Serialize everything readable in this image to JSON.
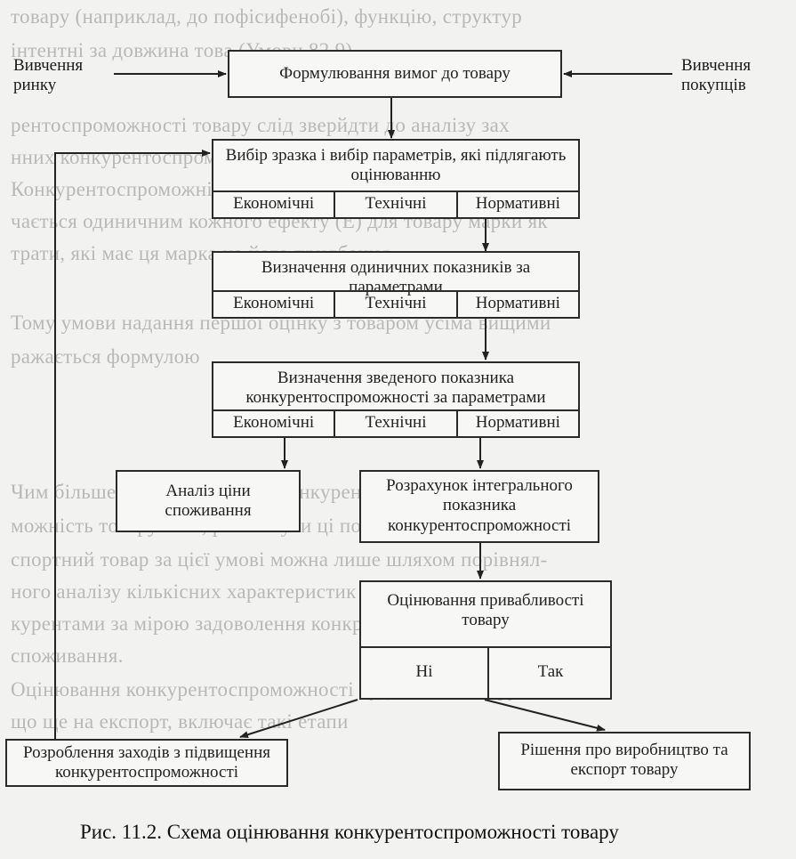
{
  "background_text": [
    "товару (наприклад, до пофісифенобі), функцію, структур",
    "інтентні за довжина това (Умови 82.9)",
    "рентоспроможності товару слід зверйдти до аналізу зах",
    "нних конкурентоспроможності",
    "Конкурентоспроможність оцінюється порівняльнім",
    "чається одиничним кожного ефекту (Е) для товару марки як",
    "трати, які має ця марка на його придбання",
    "Тому умови надання першої оцінку з товаром усіма вищими",
    "ражається формулою",
    "Чим більше вищим тим вища конкурентоспро-",
    "можність товару. Але, розглянути ці показники лише в",
    "спортний товар за цієї умові можна лише шляхом порівнял-",
    "ного аналізу кількісних характеристик товару з товарами-кон-",
    "курентами за мірою задоволення конкретних потреб і за ціною",
    "споживання.",
    "Оцінювання конкурентоспроможності будь-якого товару,",
    "що ще на експорт, включає такі етапи"
  ],
  "diagram": {
    "left_label": "Вивчення ринку",
    "right_label": "Вивчення покупців",
    "box1": "Формулювання вимог до товару",
    "box2_title": "Вибір зразка і вибір параметрів, які підлягають оцінюванню",
    "box3_title": "Визначення одиничних показників за параметрами",
    "box4_title": "Визначення зведеного показника конкурентоспроможності за параметрами",
    "params": [
      "Економічні",
      "Технічні",
      "Нормативні"
    ],
    "box5": "Аналіз ціни споживання",
    "box6": "Розрахунок інтегрального показника конкурентоспроможності",
    "box7": "Оцінювання привабливості товару",
    "branch_no": "Ні",
    "branch_yes": "Так",
    "box8": "Розроблення заходів з підвищення конкурентоспроможності",
    "box9": "Рішення про виробництво та експорт товару"
  },
  "caption": "Рис. 11.2. Схема оцінювання конкурентоспроможності товару"
}
